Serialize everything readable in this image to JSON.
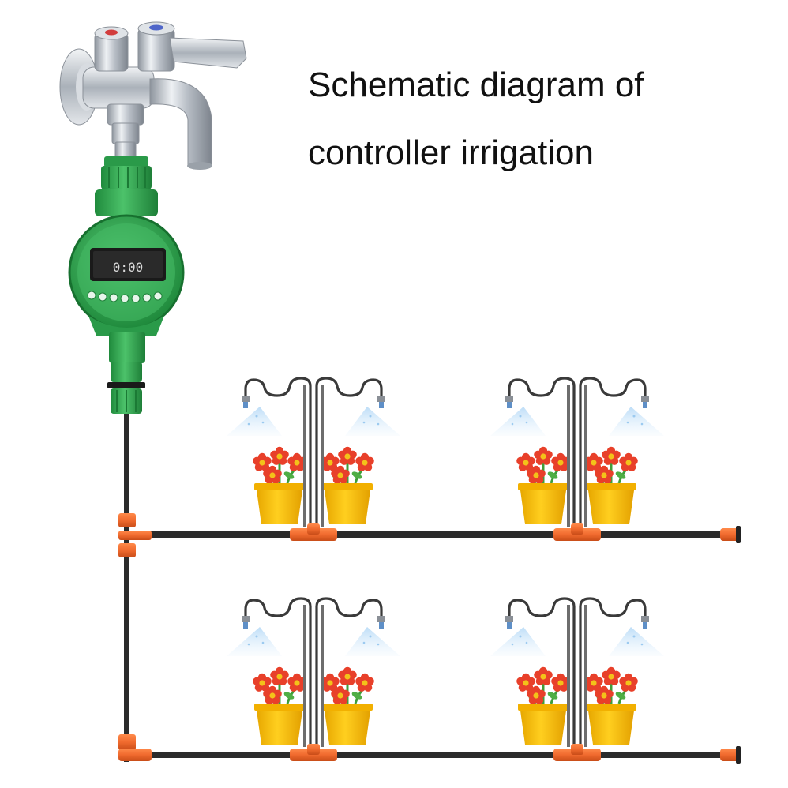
{
  "title": {
    "line1": "Schematic diagram of",
    "line2": "controller irrigation"
  },
  "controller": {
    "display": "0:00"
  },
  "colors": {
    "pipe": "#2b2b2b",
    "connector": "#f06a2e",
    "controller_body": "#3cae58",
    "controller_dark": "#22893f",
    "pot": "#f6b900",
    "flower": "#e8402a",
    "flower_center": "#f3c21a",
    "leaf": "#3f9d3a",
    "spray": "#cfe6fa",
    "faucet": "#c9ced6"
  },
  "icons": [
    "faucet-icon",
    "timer-controller-icon",
    "sprinkler-icon",
    "flower-pot-icon",
    "connector-icon"
  ],
  "groups": [
    {
      "row": 1,
      "column": 1
    },
    {
      "row": 1,
      "column": 2
    },
    {
      "row": 2,
      "column": 1
    },
    {
      "row": 2,
      "column": 2
    }
  ]
}
